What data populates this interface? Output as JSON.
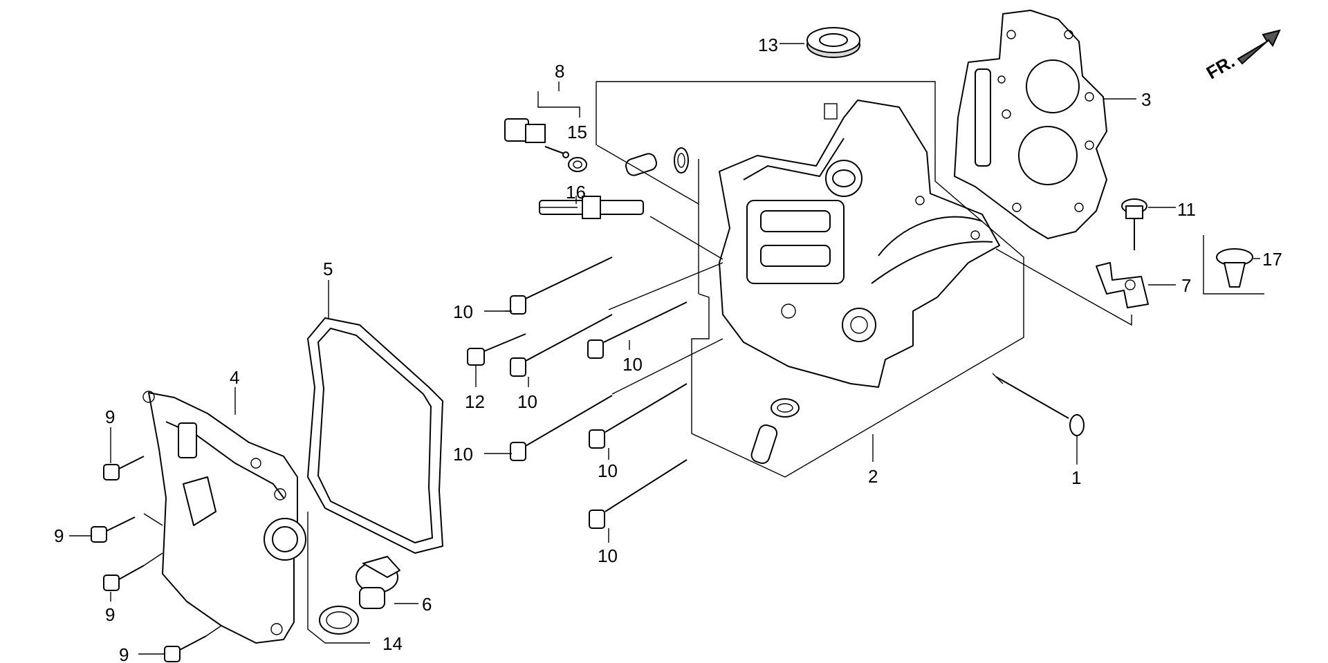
{
  "direction_label": "FR.",
  "callouts": {
    "c1": "1",
    "c2": "2",
    "c3": "3",
    "c4": "4",
    "c5": "5",
    "c6": "6",
    "c7": "7",
    "c8": "8",
    "c9a": "9",
    "c9b": "9",
    "c9c": "9",
    "c9d": "9",
    "c10a": "10",
    "c10b": "10",
    "c10c": "10",
    "c10d": "10",
    "c10e": "10",
    "c10f": "10",
    "c11": "11",
    "c12": "12",
    "c13": "13",
    "c14": "14",
    "c15": "15",
    "c16": "16",
    "c17": "17"
  }
}
